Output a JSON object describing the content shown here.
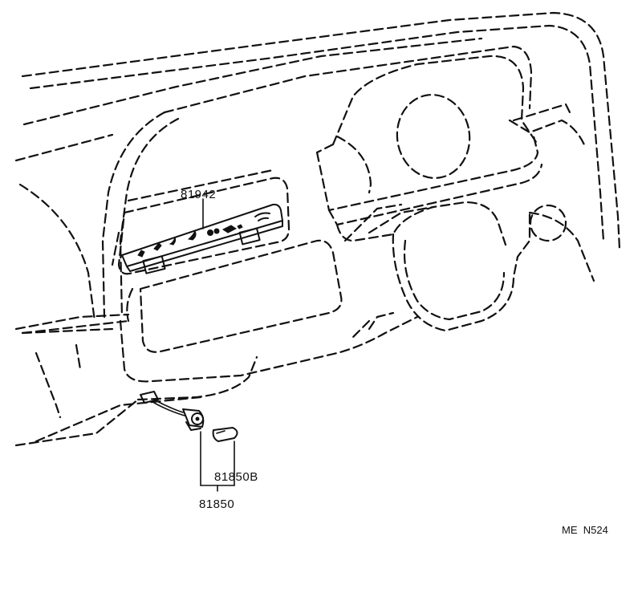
{
  "diagram": {
    "part_labels": {
      "panel": "81942",
      "socket": "81850B",
      "assembly": "81850"
    },
    "drawing_code": "ME  N524",
    "line_color": "#111111",
    "background_color": "#ffffff"
  }
}
